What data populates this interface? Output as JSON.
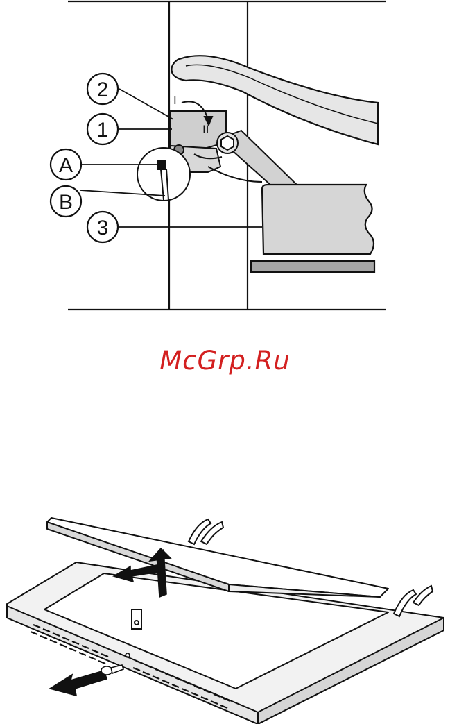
{
  "top_diagram": {
    "callouts": {
      "c2": "2",
      "c1": "1",
      "cA": "A",
      "cB": "B",
      "c3": "3"
    },
    "positions": {
      "p1": "I",
      "p2": "II"
    }
  },
  "watermark": {
    "text": "McGrp.Ru",
    "color": "#d32020"
  },
  "colors": {
    "line": "#111111",
    "part_fill": "#dcdcdc",
    "dark_fill": "#9a9a9a"
  }
}
